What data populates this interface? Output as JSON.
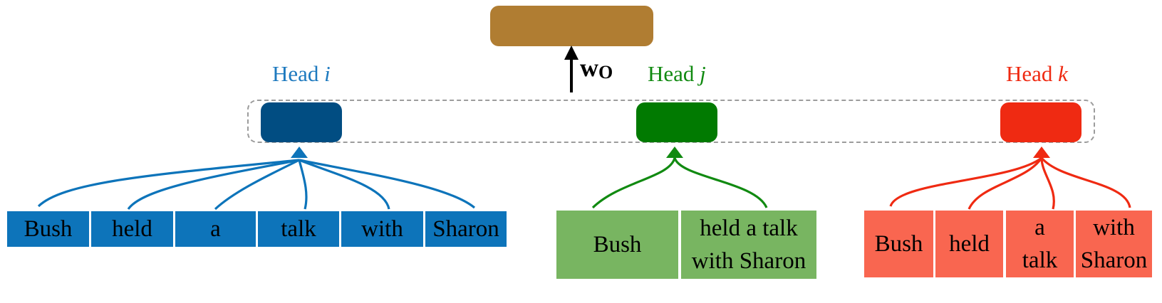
{
  "heads": [
    {
      "id": "i",
      "prefix": "Head ",
      "var": "i",
      "color": "#1e7abf",
      "box_color": "#014d82",
      "tokens": [
        "Bush",
        "held",
        "a",
        "talk",
        "with",
        "Sharon"
      ]
    },
    {
      "id": "j",
      "prefix": "Head ",
      "var": "j",
      "color": "#118a11",
      "box_color": "#017a01",
      "tokens": [
        [
          "Bush"
        ],
        [
          "held a talk",
          "with Sharon"
        ]
      ]
    },
    {
      "id": "k",
      "prefix": "Head ",
      "var": "k",
      "color": "#ef2a12",
      "box_color": "#ef2a12",
      "tokens": [
        [
          "Bush"
        ],
        [
          "held"
        ],
        [
          "a",
          "talk"
        ],
        [
          "with",
          "Sharon"
        ]
      ]
    }
  ],
  "projection": {
    "symbol": "w",
    "subscript": "O",
    "output_color": "#b07d32"
  },
  "colors": {
    "blue_token": "#0d74ba",
    "green_token": "#78b561",
    "red_token": "#f96650",
    "dashed_frame": "#9c9c9c"
  }
}
